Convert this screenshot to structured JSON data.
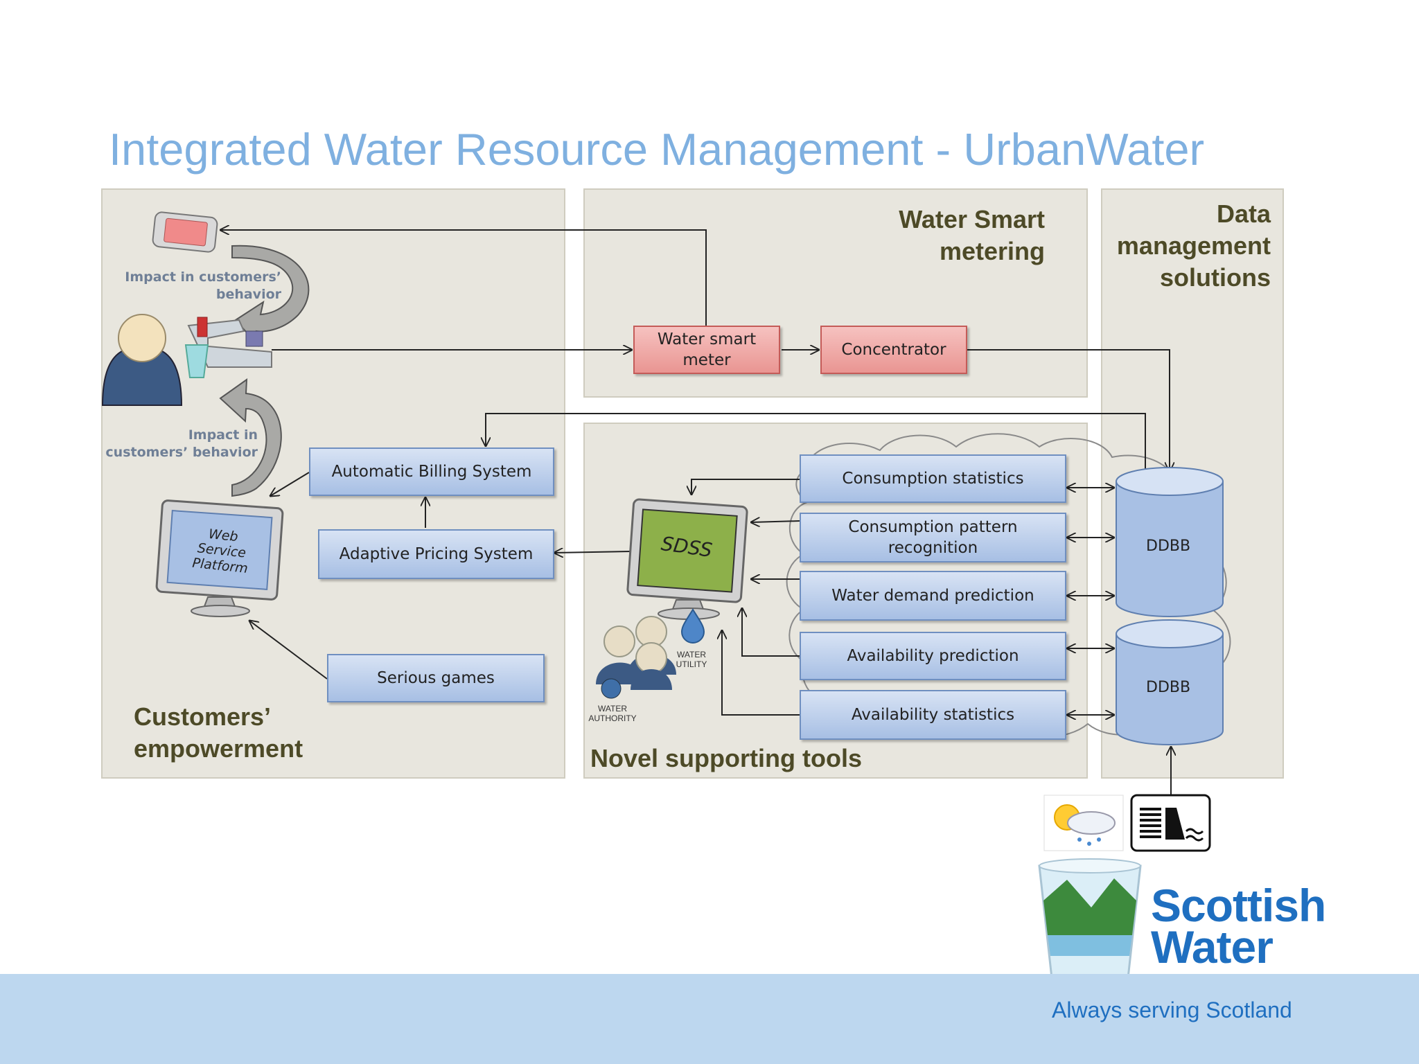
{
  "title": "Integrated Water Resource Management - UrbanWater",
  "panels": {
    "customers": "Customers’ empowerment",
    "metering": "Water Smart metering",
    "data": "Data management solutions",
    "tools": "Novel supporting tools"
  },
  "labels": {
    "impact_top": "Impact in customers’ behavior",
    "impact_bottom": "Impact in customers’ behavior",
    "web_service": "Web Service Platform",
    "sdss": "SDSS",
    "water_utility": "WATER UTILITY",
    "water_authority": "WATER AUTHORITY"
  },
  "boxes": {
    "water_smart_meter": "Water smart meter",
    "concentrator": "Concentrator",
    "automatic_billing": "Automatic Billing System",
    "adaptive_pricing": "Adaptive Pricing System",
    "serious_games": "Serious games",
    "consumption_statistics": "Consumption statistics",
    "consumption_pattern": "Consumption pattern recognition",
    "water_demand": "Water demand prediction",
    "availability_prediction": "Availability prediction",
    "availability_statistics": "Availability statistics"
  },
  "databases": [
    "DDBB",
    "DDBB"
  ],
  "brand": {
    "name": "Scottish Water",
    "tagline": "Always serving Scotland"
  },
  "colors": {
    "title": "#7fb0e0",
    "panel_bg": "#e8e6de",
    "blue_box": "#b7cbea",
    "red_box": "#efaaa8",
    "sdss_screen": "#8db04a",
    "brand": "#1f6fc0",
    "footer": "#bdd7ef"
  }
}
